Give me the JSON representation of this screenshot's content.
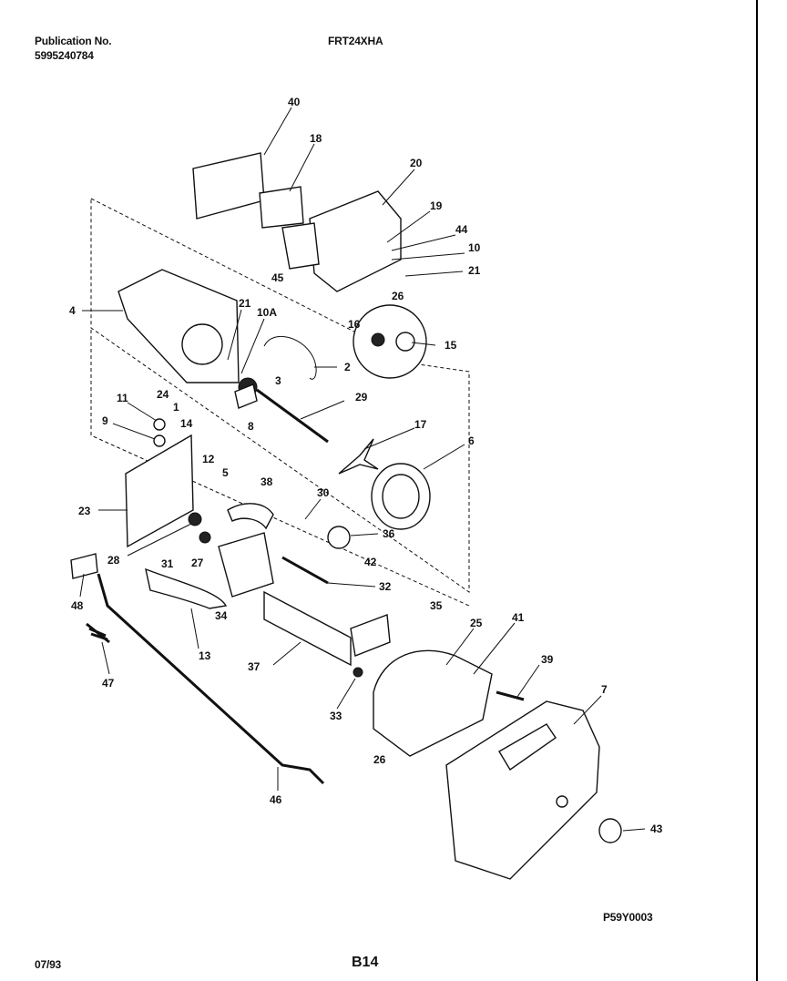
{
  "header": {
    "publication_label": "Publication No.",
    "publication_number": "5995240784",
    "model": "FRT24XHA"
  },
  "footer": {
    "date": "07/93",
    "page": "B14",
    "diagram_code": "P59Y0003"
  },
  "callouts": [
    "40",
    "18",
    "20",
    "19",
    "44",
    "10",
    "21",
    "45",
    "26",
    "4",
    "21",
    "10A",
    "2",
    "16",
    "15",
    "24",
    "3",
    "1",
    "8",
    "29",
    "11",
    "9",
    "14",
    "17",
    "6",
    "12",
    "5",
    "38",
    "30",
    "23",
    "36",
    "28",
    "27",
    "31",
    "42",
    "32",
    "48",
    "34",
    "35",
    "13",
    "25",
    "41",
    "39",
    "47",
    "37",
    "33",
    "7",
    "26",
    "43",
    "46"
  ]
}
